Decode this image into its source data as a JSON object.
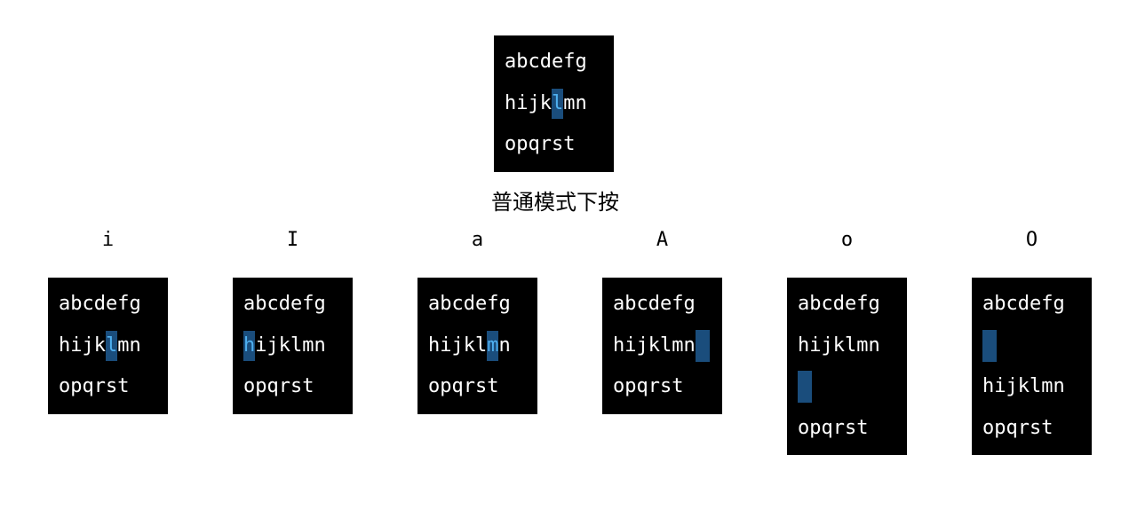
{
  "original": {
    "lines": [
      "abcdefg",
      "hijklmn",
      "opqrst"
    ],
    "cursor": {
      "line": 1,
      "char": 4
    }
  },
  "caption": "普通模式下按",
  "keys": [
    {
      "label": "i",
      "lines": [
        "abcdefg",
        "hijklmn",
        "opqrst"
      ],
      "cursor": {
        "line": 1,
        "char": 4
      }
    },
    {
      "label": "I",
      "lines": [
        "abcdefg",
        "hijklmn",
        "opqrst"
      ],
      "cursor": {
        "line": 1,
        "char": 0
      }
    },
    {
      "label": "a",
      "lines": [
        "abcdefg",
        "hijklmn",
        "opqrst"
      ],
      "cursor": {
        "line": 1,
        "char": 5
      }
    },
    {
      "label": "A",
      "lines": [
        "abcdefg",
        "hijklmn",
        "opqrst"
      ],
      "cursor": {
        "line": 1,
        "char": 7
      }
    },
    {
      "label": "o",
      "lines": [
        "abcdefg",
        "hijklmn",
        "",
        "opqrst"
      ],
      "cursor": {
        "line": 2,
        "char": 0
      }
    },
    {
      "label": "O",
      "lines": [
        "abcdefg",
        "",
        "hijklmn",
        "opqrst"
      ],
      "cursor": {
        "line": 1,
        "char": 0
      }
    }
  ],
  "colors": {
    "cursor_bg": "#1a4d7c",
    "cursor_fg": "#4fb0f0",
    "box_bg": "#000000",
    "text": "#ffffff"
  }
}
